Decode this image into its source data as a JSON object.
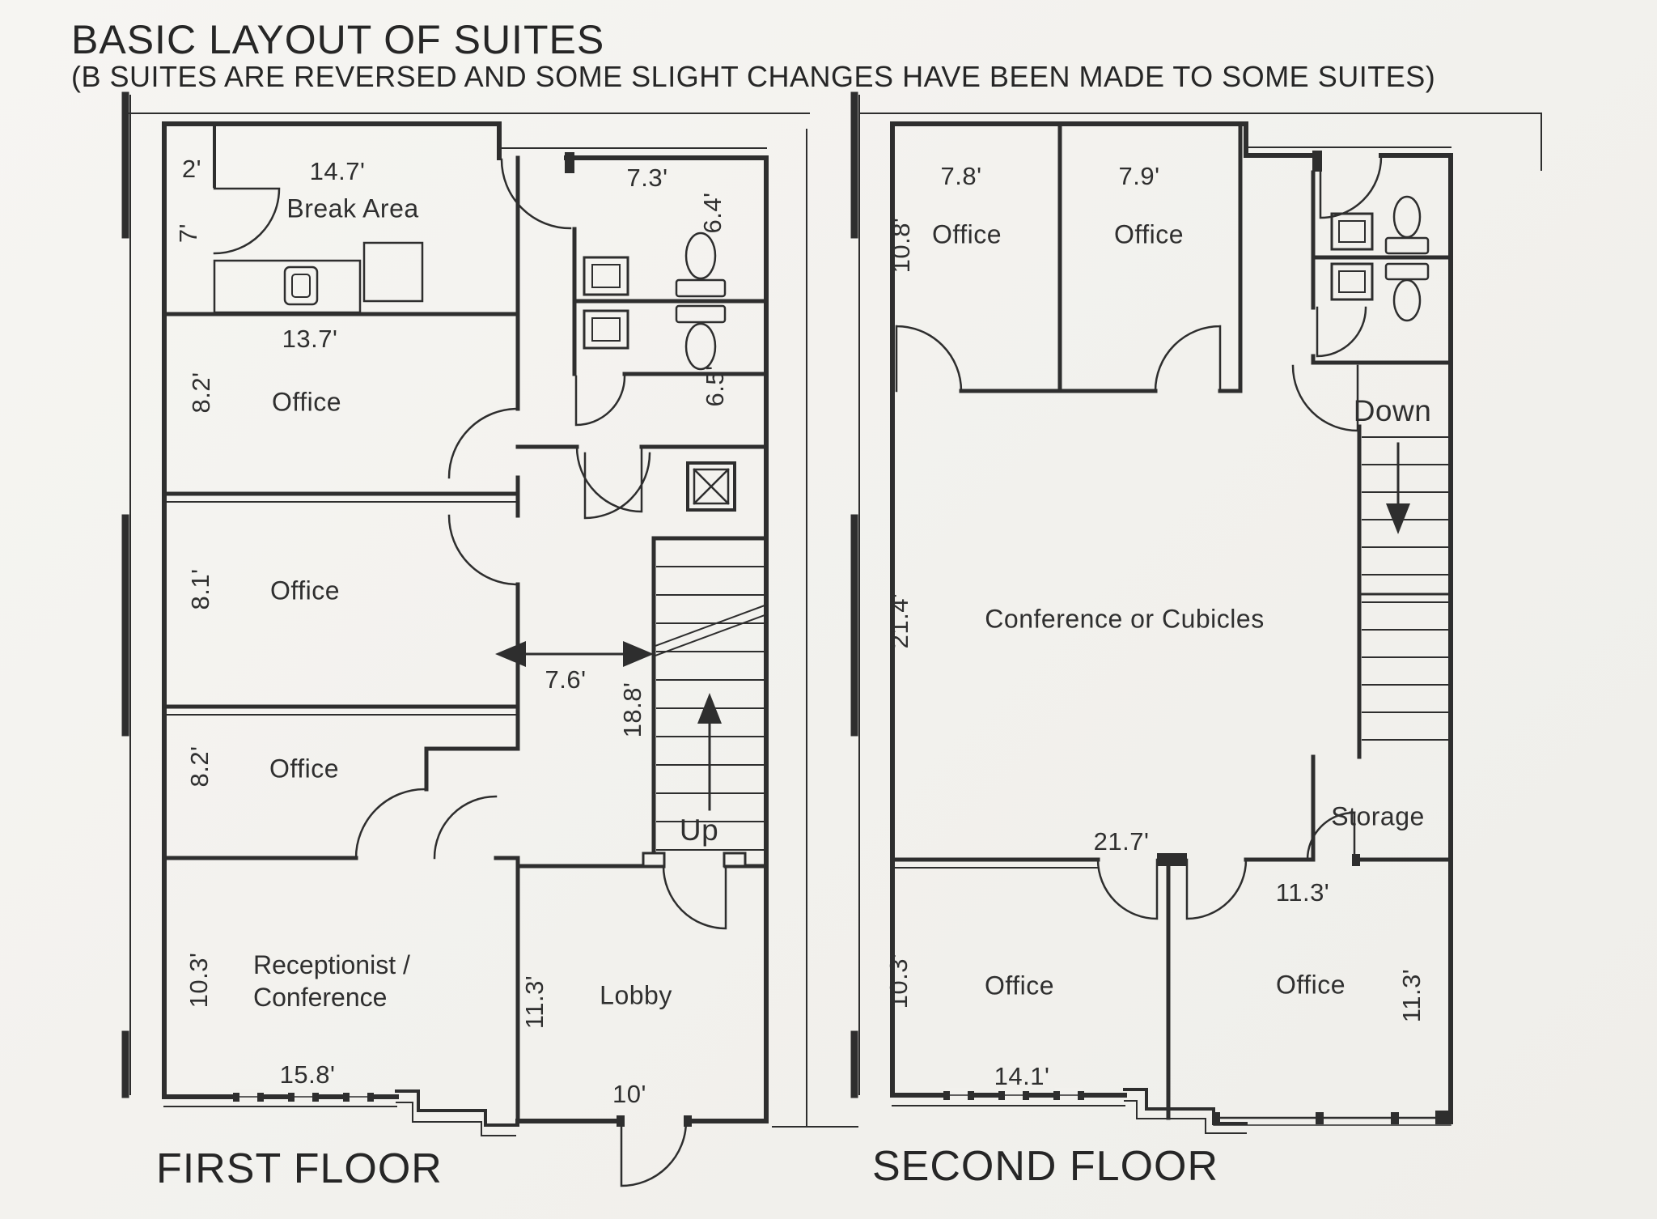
{
  "colors": {
    "paper": "#f2f1ed",
    "ink": "#2e2e2e"
  },
  "header": {
    "title": "BASIC LAYOUT OF SUITES",
    "subtitle": "(B SUITES ARE REVERSED AND SOME SLIGHT CHANGES HAVE BEEN MADE TO SOME SUITES)"
  },
  "floor1": {
    "name": "FIRST FLOOR",
    "rooms": {
      "break_area": "Break Area",
      "office": "Office",
      "receptionist_line1": "Receptionist /",
      "receptionist_line2": "Conference",
      "lobby": "Lobby"
    },
    "stairs": {
      "up": "Up"
    },
    "dims": {
      "top_offset": "2'",
      "break_width": "14.7'",
      "break_left": "7'",
      "bath_door": "7.3'",
      "bath_upper": "6.4'",
      "office1_width": "13.7'",
      "office1_depth": "8.2'",
      "bath_lower": "6.5'",
      "office2_depth": "8.1'",
      "hall_width": "7.6'",
      "stair_length": "18.8'",
      "office3_depth": "8.2'",
      "reception_depth": "10.3'",
      "lobby_depth": "11.3'",
      "window_wall": "15.8'",
      "entry_width": "10'"
    }
  },
  "floor2": {
    "name": "SECOND FLOOR",
    "rooms": {
      "office": "Office",
      "conference": "Conference or Cubicles",
      "storage": "Storage"
    },
    "stairs": {
      "down": "Down"
    },
    "dims": {
      "office1_width": "7.8'",
      "office2_width": "7.9'",
      "office_depth": "10.8'",
      "conference_depth": "21.4'",
      "conference_width": "21.7'",
      "storage_front": "11.3'",
      "office3_depth": "10.3'",
      "window_wall": "14.1'",
      "office4_depth": "11.3'"
    }
  }
}
